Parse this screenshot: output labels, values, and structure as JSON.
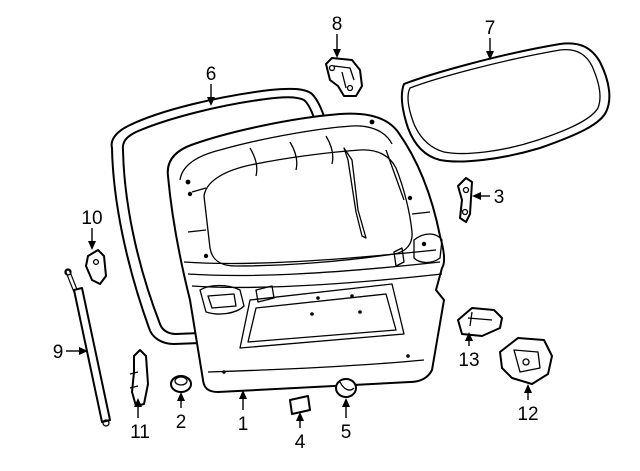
{
  "diagram": {
    "parts": [
      {
        "id": "1",
        "label": "1"
      },
      {
        "id": "2",
        "label": "2"
      },
      {
        "id": "3",
        "label": "3"
      },
      {
        "id": "4",
        "label": "4"
      },
      {
        "id": "5",
        "label": "5"
      },
      {
        "id": "6",
        "label": "6"
      },
      {
        "id": "7",
        "label": "7"
      },
      {
        "id": "8",
        "label": "8"
      },
      {
        "id": "9",
        "label": "9"
      },
      {
        "id": "10",
        "label": "10"
      },
      {
        "id": "11",
        "label": "11"
      },
      {
        "id": "12",
        "label": "12"
      },
      {
        "id": "13",
        "label": "13"
      }
    ]
  }
}
